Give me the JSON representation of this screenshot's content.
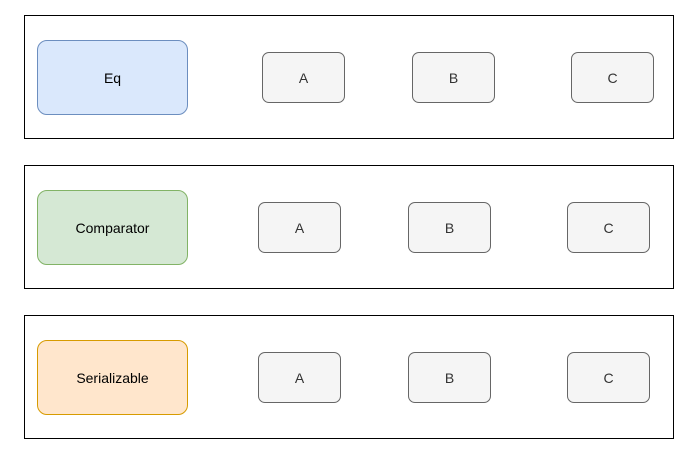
{
  "colors": {
    "eq_fill": "#dae8fc",
    "eq_stroke": "#6c8ebf",
    "comparator_fill": "#d5e8d4",
    "comparator_stroke": "#82b366",
    "serializable_fill": "#ffe6cc",
    "serializable_stroke": "#d79b00",
    "node_fill": "#f5f5f5",
    "node_stroke": "#666666"
  },
  "rows": [
    {
      "trait": "Eq",
      "nodes": [
        "A",
        "B",
        "C"
      ]
    },
    {
      "trait": "Comparator",
      "nodes": [
        "A",
        "B",
        "C"
      ]
    },
    {
      "trait": "Serializable",
      "nodes": [
        "A",
        "B",
        "C"
      ]
    }
  ]
}
